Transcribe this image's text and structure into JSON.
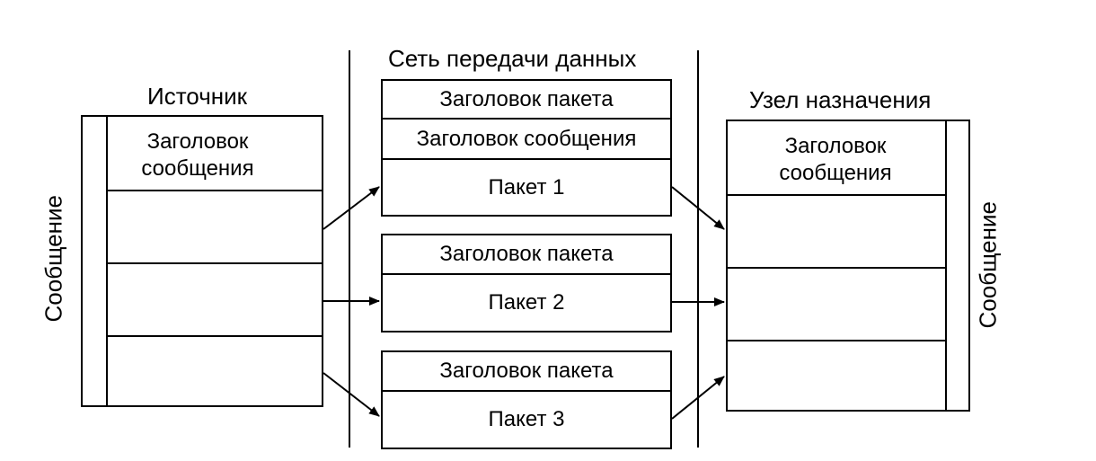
{
  "network_title": "Сеть передачи данных",
  "source": {
    "title": "Источник",
    "side_label": "Сообщение",
    "header": "Заголовок сообщения"
  },
  "destination": {
    "title": "Узел назначения",
    "side_label": "Сообщение",
    "header": "Заголовок сообщения"
  },
  "packets": [
    {
      "packet_header": "Заголовок пакета",
      "message_header": "Заголовок сообщения",
      "label": "Пакет 1"
    },
    {
      "packet_header": "Заголовок пакета",
      "label": "Пакет 2"
    },
    {
      "packet_header": "Заголовок пакета",
      "label": "Пакет 3"
    }
  ]
}
